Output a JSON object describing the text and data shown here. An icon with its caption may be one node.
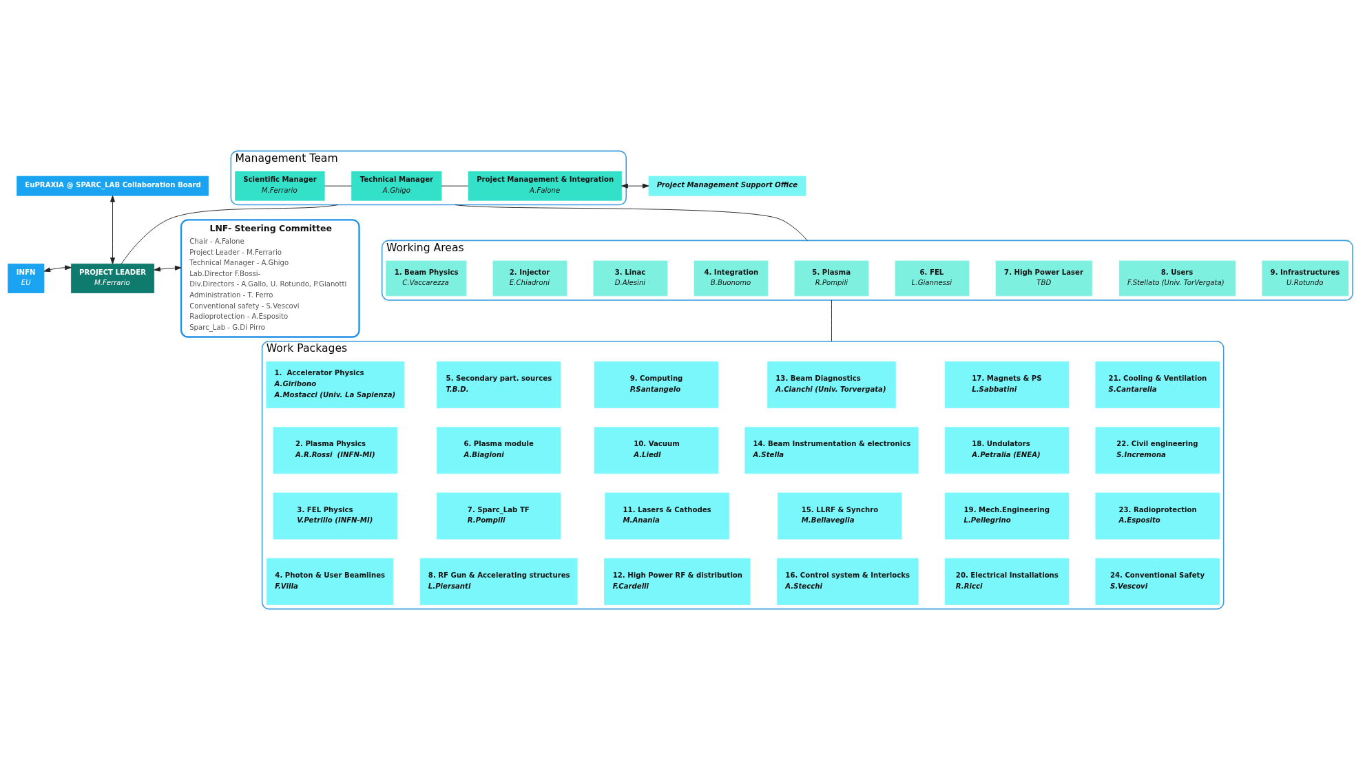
{
  "diagram": {
    "nodes": [
      {
        "text": [
          "INFN",
          "EU"
        ]
      },
      {
        "text": [
          "EuPRAXIA @ SPARC_LAB Collaboration Board"
        ]
      },
      {
        "text": [
          "PROJECT LEADER",
          "M.Ferrario"
        ]
      },
      {
        "text": [
          "LNF- Steering Committee",
          "Chair - A.Falone",
          "Project Leader - M.Ferrario",
          "Technical Manager - A.Ghigo",
          "Lab.Director F.Bossi-",
          "Div.Directors - A.Gallo, U. Rotundo, P.Gianotti",
          "Administration - T. Ferro",
          "Conventional safety - S.Vescovi",
          "Radioprotection - A.Esposito",
          "Sparc_Lab - G.Di Pirro"
        ]
      },
      {
        "text": [
          "Management Team"
        ]
      },
      {
        "text": [
          "Scientific Manager",
          "M.Ferrario"
        ],
        "in": 4
      },
      {
        "text": [
          "Technical Manager",
          "A.Ghigo"
        ],
        "in": 4
      },
      {
        "text": [
          "Project Management & Integration",
          "A.Falone"
        ],
        "in": 4
      },
      {
        "text": [
          "Project Management Support Office"
        ]
      },
      {
        "text": [
          "Working Areas"
        ]
      },
      {
        "text": [
          "1. Beam Physics",
          "C.Vaccarezza"
        ],
        "in": 9
      },
      {
        "text": [
          "2. Injector",
          "E.Chiadroni"
        ],
        "in": 9
      },
      {
        "text": [
          "3. Linac",
          "D.Alesini"
        ],
        "in": 9
      },
      {
        "text": [
          "4. Integration",
          "B.Buonomo"
        ],
        "in": 9
      },
      {
        "text": [
          "5. Plasma",
          "R.Pompili"
        ],
        "in": 9
      },
      {
        "text": [
          "6. FEL",
          "L.Giannessi"
        ],
        "in": 9
      },
      {
        "text": [
          "7. High Power Laser",
          "TBD"
        ],
        "in": 9
      },
      {
        "text": [
          "8. Users",
          "F.Stellato (Univ. TorVergata)"
        ],
        "in": 9
      },
      {
        "text": [
          "9. Infrastructures",
          "U.Rotundo"
        ],
        "in": 9
      },
      {
        "text": [
          "Work Packages"
        ]
      },
      {
        "text": [
          "1.  Accelerator Physics",
          "A.Giribono",
          "A.Mostacci (Univ. La Sapienza)"
        ],
        "in": 19
      },
      {
        "text": [
          "2. Plasma Physics",
          "A.R.Rossi  (INFN-MI)"
        ],
        "in": 19
      },
      {
        "text": [
          "3. FEL Physics",
          "V.Petrillo (INFN-MI)"
        ],
        "in": 19
      },
      {
        "text": [
          "4. Photon & User Beamlines",
          "F.Villa"
        ],
        "in": 19
      },
      {
        "text": [
          "5. Secondary part. sources",
          "T.B.D."
        ],
        "in": 19
      },
      {
        "text": [
          "6. Plasma module",
          "A.Biagioni"
        ],
        "in": 19
      },
      {
        "text": [
          "7. Sparc_Lab TF",
          "R.Pompili"
        ],
        "in": 19
      },
      {
        "text": [
          "8. RF Gun & Accelerating structures",
          "L.Piersanti"
        ],
        "in": 19
      },
      {
        "text": [
          "9. Computing",
          "P.Santangelo"
        ],
        "in": 19
      },
      {
        "text": [
          "10. Vacuum",
          "A.Liedl"
        ],
        "in": 19
      },
      {
        "text": [
          "11. Lasers & Cathodes",
          "M.Anania"
        ],
        "in": 19
      },
      {
        "text": [
          "12. High Power RF & distribution",
          "F.Cardelli"
        ],
        "in": 19
      },
      {
        "text": [
          "13. Beam Diagnostics",
          "A.Cianchi (Univ. Torvergata)"
        ],
        "in": 19
      },
      {
        "text": [
          "14. Beam Instrumentation & electronics",
          "A.Stella"
        ],
        "in": 19
      },
      {
        "text": [
          "15. LLRF & Synchro",
          "M.Bellaveglia"
        ],
        "in": 19
      },
      {
        "text": [
          "16. Control system & Interlocks",
          "A.Stecchi"
        ],
        "in": 19
      },
      {
        "text": [
          "17. Magnets & PS",
          "L.Sabbatini"
        ],
        "in": 19
      },
      {
        "text": [
          "18. Undulators",
          "A.Petralia (ENEA)"
        ],
        "in": 19
      },
      {
        "text": [
          "19. Mech.Engineering",
          "L.Pellegrino"
        ],
        "in": 19
      },
      {
        "text": [
          "20. Electrical Installations",
          "R.Ricci"
        ],
        "in": 19
      },
      {
        "text": [
          "21. Cooling & Ventilation",
          "S.Cantarella"
        ],
        "in": 19
      },
      {
        "text": [
          "22. Civil engineering",
          "S.Incremona"
        ],
        "in": 19
      },
      {
        "text": [
          "23. Radioprotection",
          "A.Esposito"
        ],
        "in": 19
      },
      {
        "text": [
          "24. Conventional Safety",
          "S.Vescovi"
        ],
        "in": 19
      }
    ],
    "edges": [
      {
        "from": 0,
        "to": 2,
        "arrow": "both"
      },
      {
        "from": 1,
        "to": 2,
        "arrow": "both"
      },
      {
        "from": 2,
        "to": 3,
        "arrow": "both"
      },
      {
        "from": 2,
        "to": 4,
        "arrow": "none"
      },
      {
        "from": 5,
        "to": 6,
        "arrow": "none"
      },
      {
        "from": 6,
        "to": 7,
        "arrow": "none"
      },
      {
        "from": 7,
        "to": 8,
        "arrow": "both"
      },
      {
        "from": 4,
        "to": 9,
        "arrow": "none"
      },
      {
        "from": 9,
        "to": 19,
        "arrow": "none"
      }
    ]
  }
}
